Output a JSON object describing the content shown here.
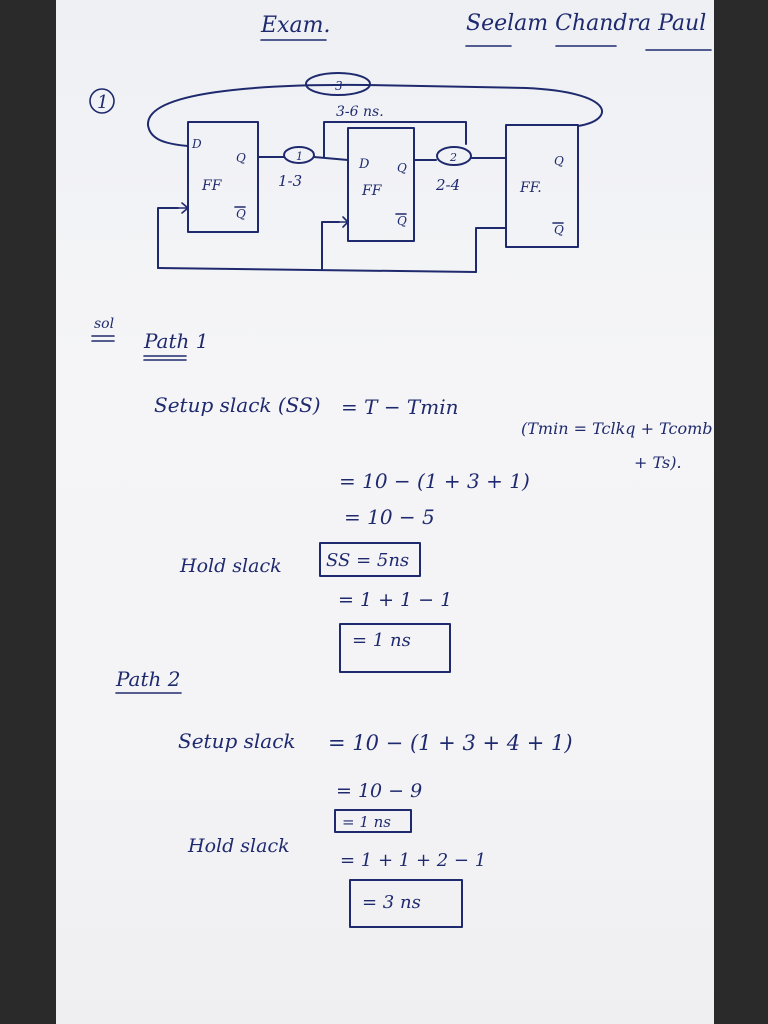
{
  "header": {
    "title": "Exam.",
    "name": "Seelam Chandra Paul"
  },
  "question_number": "1",
  "circuit": {
    "flipflop_label": "FF",
    "flipflop_label_alt": "FF.",
    "pin_d": "D",
    "pin_q": "Q",
    "pin_qbar": "Q",
    "path1_label": "1",
    "path1_delay": "1-3",
    "path2_label": "2",
    "path2_delay": "2-4",
    "path3_label": "3",
    "path3_delay": "3-6 ns."
  },
  "solution": {
    "sol_label": "sol",
    "path1": {
      "heading": "Path 1",
      "setup_label": "Setup slack (SS)",
      "setup_formula": "= T − Tmin",
      "tmin_def_line1": "(Tmin = Tclkq + Tcomb",
      "tmin_def_line2": "+ Ts).",
      "setup_step1": "= 10 − (1 + 3 + 1)",
      "setup_step2": "= 10 − 5",
      "setup_result": "SS = 5ns",
      "hold_label": "Hold slack",
      "hold_step1": "= 1 + 1 − 1",
      "hold_result": "= 1 ns"
    },
    "path2": {
      "heading": "Path 2",
      "setup_label": "Setup slack",
      "setup_step1": "= 10 − (1 + 3 + 4 + 1)",
      "setup_step2": "= 10 − 9",
      "setup_result": "= 1 ns",
      "hold_label": "Hold slack",
      "hold_step1": "= 1 + 1 + 2 − 1",
      "hold_result": "= 3 ns"
    }
  }
}
